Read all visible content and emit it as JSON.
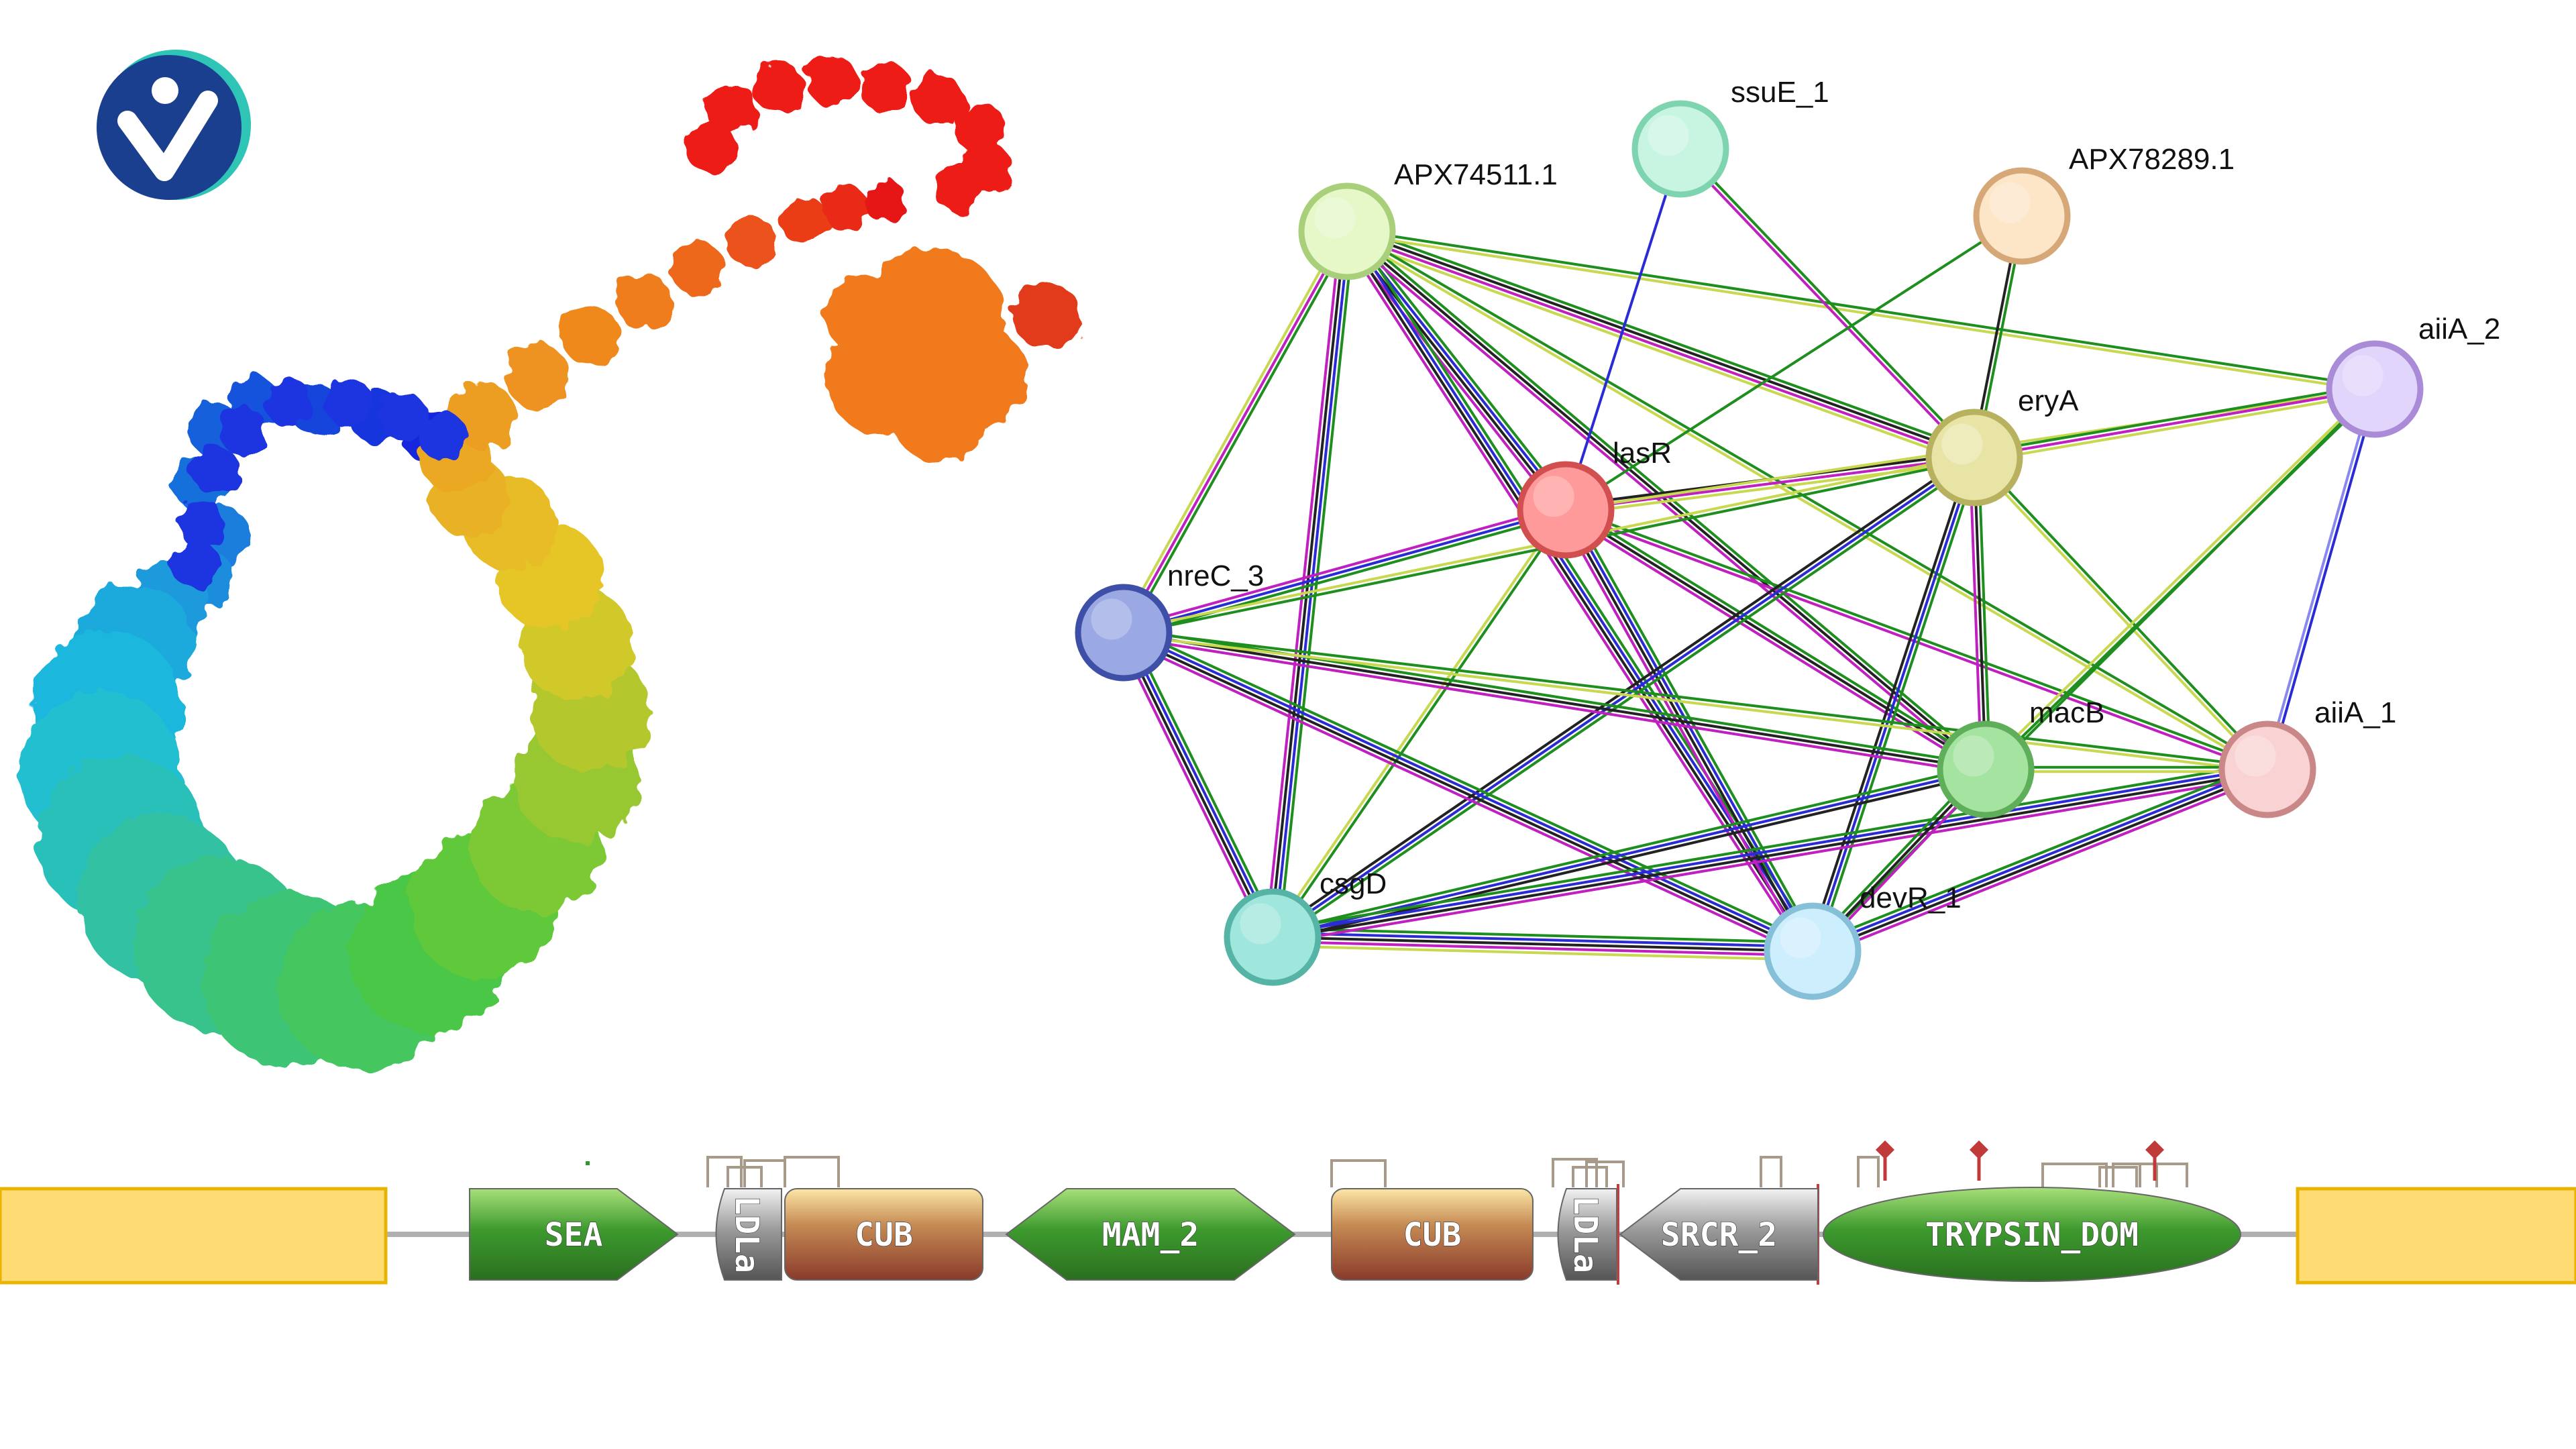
{
  "colors": {
    "logo_dark": "#1b3f8f",
    "logo_teal": "#2ec4b6",
    "placeholder": "#ffdc73",
    "placeholder_border": "#e8b400"
  },
  "network": {
    "nodes": [
      {
        "id": "ssuE_1",
        "label": "ssuE_1",
        "fill": "#c8f5e2",
        "stroke": "#7fd4b0"
      },
      {
        "id": "APX74511.1",
        "label": "APX74511.1",
        "fill": "#e6f7c8",
        "stroke": "#a9cf7a"
      },
      {
        "id": "APX78289.1",
        "label": "APX78289.1",
        "fill": "#fde5c8",
        "stroke": "#d6a878"
      },
      {
        "id": "aiiA_2",
        "label": "aiiA_2",
        "fill": "#e1d5fb",
        "stroke": "#a98bd8"
      },
      {
        "id": "eryA",
        "label": "eryA",
        "fill": "#e8e4a6",
        "stroke": "#b8b260"
      },
      {
        "id": "lasR",
        "label": "lasR",
        "fill": "#ff9a9a",
        "stroke": "#d14f4f"
      },
      {
        "id": "nreC_3",
        "label": "nreC_3",
        "fill": "#9aa8e3",
        "stroke": "#3e4fa8"
      },
      {
        "id": "macB",
        "label": "macB",
        "fill": "#a5e3a0",
        "stroke": "#5fae59"
      },
      {
        "id": "aiiA_1",
        "label": "aiiA_1",
        "fill": "#f9d3d3",
        "stroke": "#c98787"
      },
      {
        "id": "csgD",
        "label": "csgD",
        "fill": "#9fe6dc",
        "stroke": "#55b4a6"
      },
      {
        "id": "devR_1",
        "label": "devR_1",
        "fill": "#cdeefc",
        "stroke": "#86c0d8"
      }
    ],
    "edges": [
      {
        "a": "APX74511.1",
        "b": "eryA",
        "c": [
          "#1e8f1e",
          "#222222",
          "#c020c0",
          "#c8d850"
        ]
      },
      {
        "a": "APX74511.1",
        "b": "aiiA_2",
        "c": [
          "#1e8f1e",
          "#c8d850"
        ]
      },
      {
        "a": "APX74511.1",
        "b": "lasR",
        "c": [
          "#1e8f1e",
          "#2b2bd6",
          "#222222",
          "#c020c0"
        ]
      },
      {
        "a": "APX74511.1",
        "b": "nreC_3",
        "c": [
          "#1e8f1e",
          "#c020c0",
          "#c8d850"
        ]
      },
      {
        "a": "APX74511.1",
        "b": "csgD",
        "c": [
          "#1e8f1e",
          "#2b2bd6",
          "#222222",
          "#c020c0"
        ]
      },
      {
        "a": "APX74511.1",
        "b": "devR_1",
        "c": [
          "#1e8f1e",
          "#2b2bd6",
          "#222222",
          "#c020c0"
        ]
      },
      {
        "a": "APX74511.1",
        "b": "macB",
        "c": [
          "#1e8f1e",
          "#222222",
          "#c020c0"
        ]
      },
      {
        "a": "APX74511.1",
        "b": "aiiA_1",
        "c": [
          "#1e8f1e",
          "#c8d850"
        ]
      },
      {
        "a": "ssuE_1",
        "b": "lasR",
        "c": [
          "#2b2bd6"
        ]
      },
      {
        "a": "ssuE_1",
        "b": "eryA",
        "c": [
          "#1e8f1e",
          "#c020c0"
        ]
      },
      {
        "a": "APX78289.1",
        "b": "eryA",
        "c": [
          "#1e8f1e",
          "#222222"
        ]
      },
      {
        "a": "APX78289.1",
        "b": "lasR",
        "c": [
          "#1e8f1e"
        ]
      },
      {
        "a": "lasR",
        "b": "eryA",
        "c": [
          "#222222",
          "#c020c0",
          "#c8d850"
        ]
      },
      {
        "a": "lasR",
        "b": "nreC_3",
        "c": [
          "#1e8f1e",
          "#2b2bd6",
          "#c020c0"
        ]
      },
      {
        "a": "lasR",
        "b": "csgD",
        "c": [
          "#1e8f1e",
          "#c8d850"
        ]
      },
      {
        "a": "lasR",
        "b": "devR_1",
        "c": [
          "#1e8f1e",
          "#2b2bd6",
          "#222222",
          "#c020c0"
        ]
      },
      {
        "a": "lasR",
        "b": "macB",
        "c": [
          "#1e8f1e",
          "#222222",
          "#c020c0"
        ]
      },
      {
        "a": "lasR",
        "b": "aiiA_1",
        "c": [
          "#1e8f1e",
          "#c020c0"
        ]
      },
      {
        "a": "lasR",
        "b": "aiiA_2",
        "c": [
          "#c8d850"
        ]
      },
      {
        "a": "eryA",
        "b": "aiiA_2",
        "c": [
          "#1e8f1e",
          "#c020c0",
          "#c8d850"
        ]
      },
      {
        "a": "eryA",
        "b": "nreC_3",
        "c": [
          "#1e8f1e",
          "#c8d850"
        ]
      },
      {
        "a": "eryA",
        "b": "csgD",
        "c": [
          "#1e8f1e",
          "#2b2bd6",
          "#222222"
        ]
      },
      {
        "a": "eryA",
        "b": "devR_1",
        "c": [
          "#1e8f1e",
          "#2b2bd6",
          "#222222"
        ]
      },
      {
        "a": "eryA",
        "b": "macB",
        "c": [
          "#1e8f1e",
          "#222222",
          "#c020c0"
        ]
      },
      {
        "a": "eryA",
        "b": "aiiA_1",
        "c": [
          "#1e8f1e",
          "#c8d850"
        ]
      },
      {
        "a": "aiiA_2",
        "b": "aiiA_1",
        "c": [
          "#2b2bd6",
          "#8888ee"
        ]
      },
      {
        "a": "aiiA_2",
        "b": "macB",
        "c": [
          "#1e8f1e",
          "#c8d850"
        ]
      },
      {
        "a": "aiiA_2",
        "b": "devR_1",
        "c": [
          "#1e8f1e"
        ]
      },
      {
        "a": "nreC_3",
        "b": "csgD",
        "c": [
          "#1e8f1e",
          "#2b2bd6",
          "#222222",
          "#c020c0"
        ]
      },
      {
        "a": "nreC_3",
        "b": "devR_1",
        "c": [
          "#1e8f1e",
          "#2b2bd6",
          "#222222",
          "#c020c0"
        ]
      },
      {
        "a": "nreC_3",
        "b": "macB",
        "c": [
          "#1e8f1e",
          "#222222",
          "#c020c0"
        ]
      },
      {
        "a": "nreC_3",
        "b": "aiiA_1",
        "c": [
          "#1e8f1e",
          "#c8d850"
        ]
      },
      {
        "a": "csgD",
        "b": "devR_1",
        "c": [
          "#1e8f1e",
          "#2b2bd6",
          "#222222",
          "#c020c0",
          "#c8d850"
        ]
      },
      {
        "a": "csgD",
        "b": "macB",
        "c": [
          "#1e8f1e",
          "#2b2bd6",
          "#222222"
        ]
      },
      {
        "a": "csgD",
        "b": "aiiA_1",
        "c": [
          "#1e8f1e",
          "#2b2bd6",
          "#222222",
          "#c020c0"
        ]
      },
      {
        "a": "devR_1",
        "b": "macB",
        "c": [
          "#1e8f1e",
          "#222222",
          "#c020c0"
        ]
      },
      {
        "a": "devR_1",
        "b": "aiiA_1",
        "c": [
          "#1e8f1e",
          "#2b2bd6",
          "#222222",
          "#c020c0"
        ]
      },
      {
        "a": "macB",
        "b": "aiiA_1",
        "c": [
          "#1e8f1e",
          "#c8d850"
        ]
      }
    ]
  },
  "domains": [
    {
      "label": "SEA",
      "shape": "pentagon",
      "fill": "green"
    },
    {
      "label": "LDLa",
      "shape": "small",
      "fill": "gray"
    },
    {
      "label": "CUB",
      "shape": "rect",
      "fill": "brown"
    },
    {
      "label": "MAM_2",
      "shape": "hex",
      "fill": "green"
    },
    {
      "label": "CUB",
      "shape": "rect",
      "fill": "brown"
    },
    {
      "label": "LDLa",
      "shape": "small",
      "fill": "gray"
    },
    {
      "label": "SRCR_2",
      "shape": "arrow-left",
      "fill": "gray"
    },
    {
      "label": "TRYPSIN_DOM",
      "shape": "ellipse",
      "fill": "green"
    }
  ]
}
